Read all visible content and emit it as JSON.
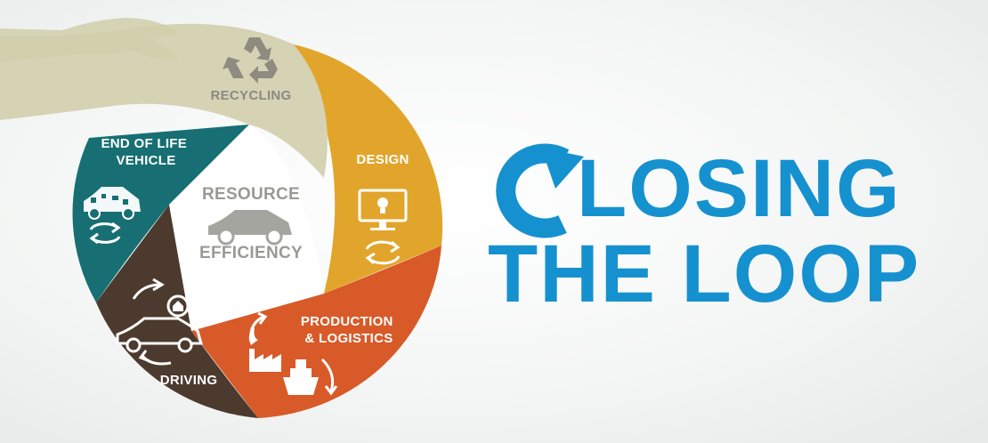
{
  "cycle": {
    "center": {
      "line1": "RESOURCE",
      "line2": "EFFICIENCY"
    },
    "stages": [
      {
        "id": "recycling",
        "lines": [
          "RECYCLING"
        ],
        "color": "#d6d2b4"
      },
      {
        "id": "design",
        "lines": [
          "DESIGN"
        ],
        "color": "#e1a52b"
      },
      {
        "id": "production",
        "lines": [
          "PRODUCTION",
          "& LOGISTICS"
        ],
        "color": "#d85a28"
      },
      {
        "id": "driving",
        "lines": [
          "DRIVING"
        ],
        "color": "#4d3a2e"
      },
      {
        "id": "end-of-life",
        "lines": [
          "END OF LIFE",
          "VEHICLE"
        ],
        "color": "#176f73"
      }
    ]
  },
  "headline": {
    "line1_rest": "LOSING",
    "line2": "THE LOOP",
    "color": "#1691cf"
  },
  "icons": [
    "recycle-icon",
    "computer-lightbulb-icon",
    "factory-icon",
    "ship-icon",
    "car-icon",
    "car-collage-icon",
    "house-icon",
    "circular-arrows-icon",
    "hand-icon"
  ]
}
